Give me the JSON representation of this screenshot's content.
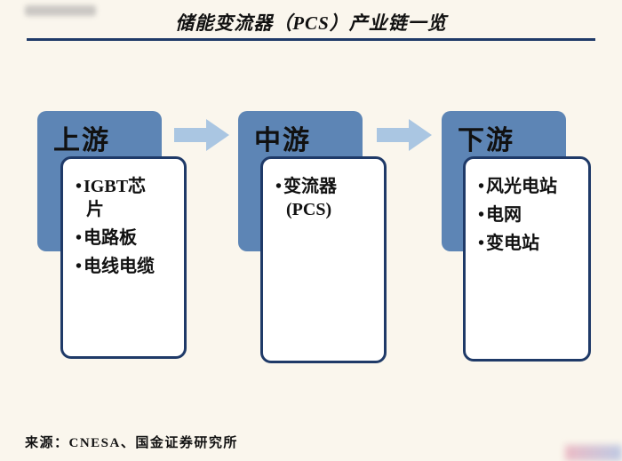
{
  "title": "储能变流器（PCS）产业链一览",
  "source": "来源：CNESA、国金证券研究所",
  "flow": {
    "columns": [
      {
        "header": "上游",
        "items": [
          "IGBT芯片",
          "电路板",
          "电线电缆"
        ]
      },
      {
        "header": "中游",
        "items": [
          "变流器 (PCS)"
        ]
      },
      {
        "header": "下游",
        "items": [
          "风光电站",
          "电网",
          "变电站"
        ]
      }
    ]
  },
  "colors": {
    "background": "#FAF6ED",
    "card_blue": "#5D85B5",
    "border_navy": "#1F3A68",
    "arrow_blue": "#AAC6E2",
    "rule_navy": "#1F3A68"
  }
}
